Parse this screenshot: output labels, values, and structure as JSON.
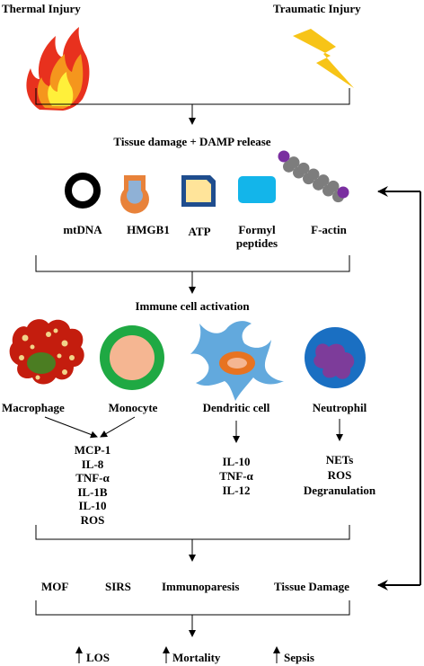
{
  "top": {
    "left_label": "Thermal Injury",
    "right_label": "Traumatic Injury"
  },
  "stage1": {
    "title": "Tissue damage + DAMP release",
    "damps": [
      {
        "label": "mtDNA",
        "icon": "ring-icon"
      },
      {
        "label": "HMGB1",
        "icon": "drop-icon"
      },
      {
        "label": "ATP",
        "icon": "square-icon"
      },
      {
        "label": "Formyl\npeptides",
        "icon": "rounded-rect-icon"
      },
      {
        "label": "F-actin",
        "icon": "bead-chain-icon"
      }
    ]
  },
  "stage2": {
    "title": "Immune cell activation",
    "cells": [
      {
        "label": "Macrophage"
      },
      {
        "label": "Monocyte"
      },
      {
        "label": "Dendritic cell"
      },
      {
        "label": "Neutrophil"
      }
    ],
    "outputs": {
      "macro_mono": [
        "MCP-1",
        "IL-8",
        "TNF-α",
        "IL-1B",
        "IL-10",
        "ROS"
      ],
      "dendritic": [
        "IL-10",
        "TNF-α",
        "IL-12"
      ],
      "neutrophil": [
        "NETs",
        "ROS",
        "Degranulation"
      ]
    }
  },
  "stage3": {
    "items": [
      "MOF",
      "SIRS",
      "Immunoparesis",
      "Tissue Damage"
    ]
  },
  "stage4": {
    "items": [
      "LOS",
      "Mortality",
      "Sepsis"
    ]
  },
  "colors": {
    "flame_red": "#e8311e",
    "flame_orange": "#f5961d",
    "flame_yellow": "#fff03a",
    "bolt": "#f7c417",
    "drop_orange": "#e8823a",
    "drop_blue": "#8fb1d6",
    "atp_navy": "#1f4d8e",
    "atp_yellow": "#ffe49a",
    "formyl_blue": "#13b5ea",
    "actin_grey": "#7d7d7d",
    "actin_purple": "#7a2fa0",
    "macro_red": "#c41d0e",
    "macro_green": "#4b7d22",
    "macro_spot": "#f1d489",
    "mono_green": "#1fa943",
    "mono_peach": "#f5b692",
    "dc_blue": "#62a9dd",
    "dc_core": "#e77321",
    "neut_blue": "#1a6fc2",
    "neut_purple": "#7d3c9a"
  }
}
